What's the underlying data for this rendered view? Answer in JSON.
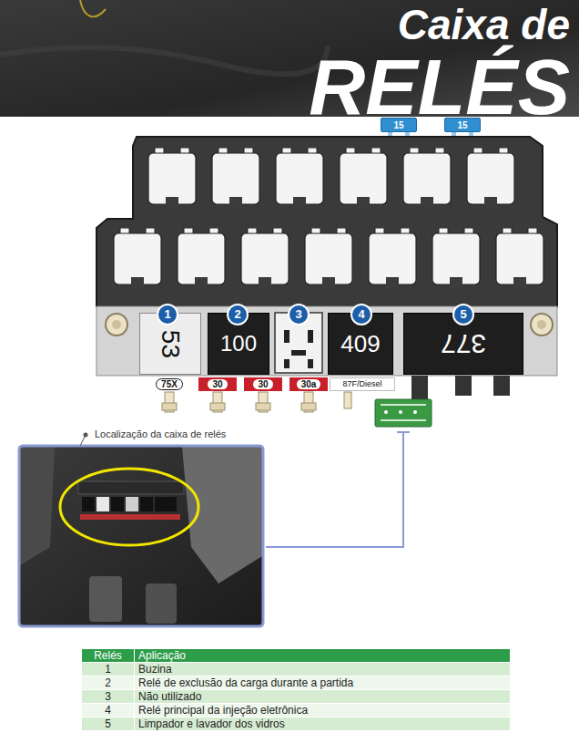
{
  "diagram": {
    "title": "Caixa de RELÉS",
    "nodes": [
      {
        "text": [
          "15"
        ]
      },
      {
        "text": [
          "15"
        ]
      },
      {
        "text": [
          "1"
        ]
      },
      {
        "text": [
          "53"
        ]
      },
      {
        "text": [
          "2"
        ]
      },
      {
        "text": [
          "100"
        ]
      },
      {
        "text": [
          "3"
        ]
      },
      {
        "text": [
          "4"
        ]
      },
      {
        "text": [
          "409"
        ]
      },
      {
        "text": [
          "5"
        ]
      },
      {
        "text": [
          "377"
        ]
      },
      {
        "text": [
          "75X"
        ]
      },
      {
        "text": [
          "30"
        ]
      },
      {
        "text": [
          "30"
        ]
      },
      {
        "text": [
          "30a"
        ]
      },
      {
        "text": [
          "87F/Diesel"
        ]
      }
    ],
    "labels": [
      "Localização da caixa de relés",
      "Relés",
      "Aplicação",
      "1",
      "Buzina",
      "2",
      "Relé de exclusão da carga durante a partida",
      "3",
      "Não utilizado",
      "4",
      "Relé principal da injeção eletrônica",
      "5",
      "Limpador e lavador dos vidros"
    ]
  }
}
